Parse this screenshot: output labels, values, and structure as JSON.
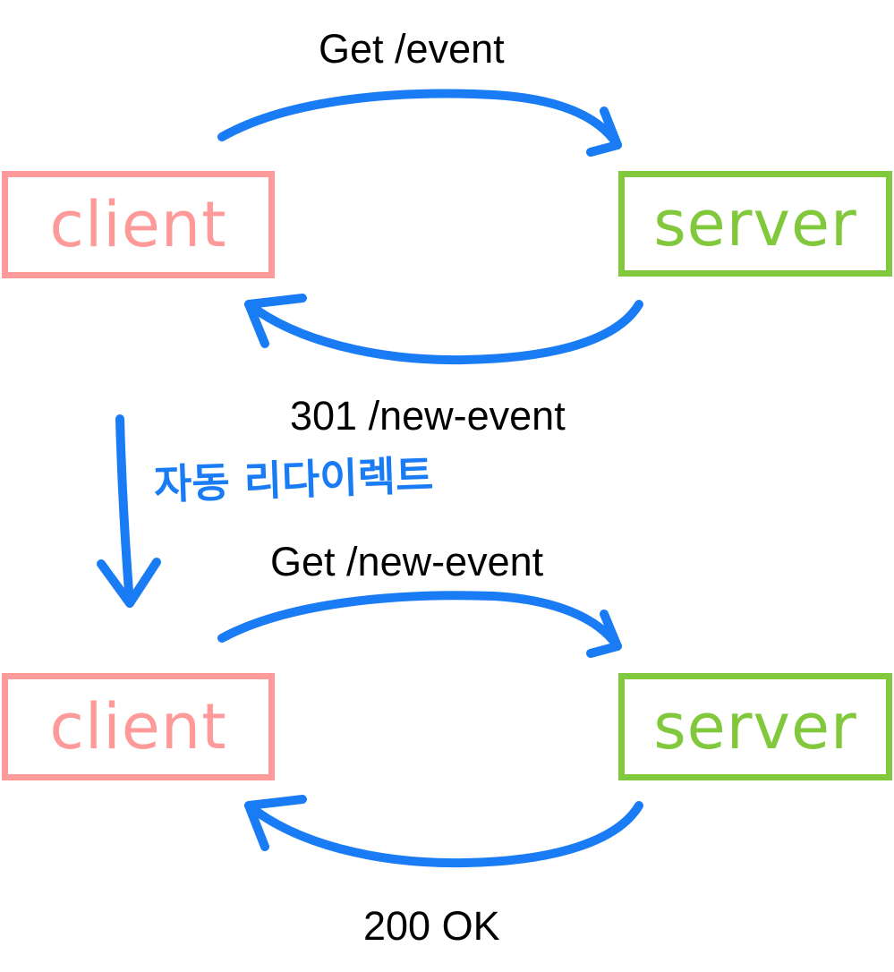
{
  "colors": {
    "client": "#ff9a9a",
    "server": "#82c83c",
    "arrow": "#1a7cf5",
    "text": "#000000"
  },
  "top_exchange": {
    "request_label": "Get /event",
    "response_label": "301 /new-event",
    "client_label": "client",
    "server_label": "server"
  },
  "redirect_note": "자동 리다이렉트",
  "bottom_exchange": {
    "request_label": "Get /new-event",
    "response_label": "200 OK",
    "client_label": "client",
    "server_label": "server"
  }
}
